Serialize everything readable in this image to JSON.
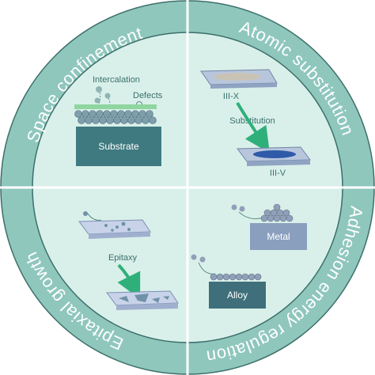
{
  "ring": {
    "top_left": "Space confinement",
    "top_right": "Atomic substitution",
    "bottom_right": "Adhesion energy regulation",
    "bottom_left": "Epitaxial growth"
  },
  "quadrants": {
    "space_confinement": {
      "intercalation_label": "Intercalation",
      "defects_label": "Defects",
      "substrate_label": "Substrate"
    },
    "atomic_substitution": {
      "source_label": "III-X",
      "process_label": "Substitution",
      "product_label": "III-V"
    },
    "epitaxial_growth": {
      "process_label": "Epitaxy"
    },
    "adhesion_energy": {
      "metal_label": "Metal",
      "alloy_label": "Alloy"
    }
  },
  "colors": {
    "ring": "#8fc7bd",
    "inner": "#d9f0ea",
    "divider": "#ffffff",
    "arrow": "#2fb07a",
    "substrate": "#3f7a80",
    "metal": "#8a9fbe",
    "alloy": "#3f6f7a"
  }
}
